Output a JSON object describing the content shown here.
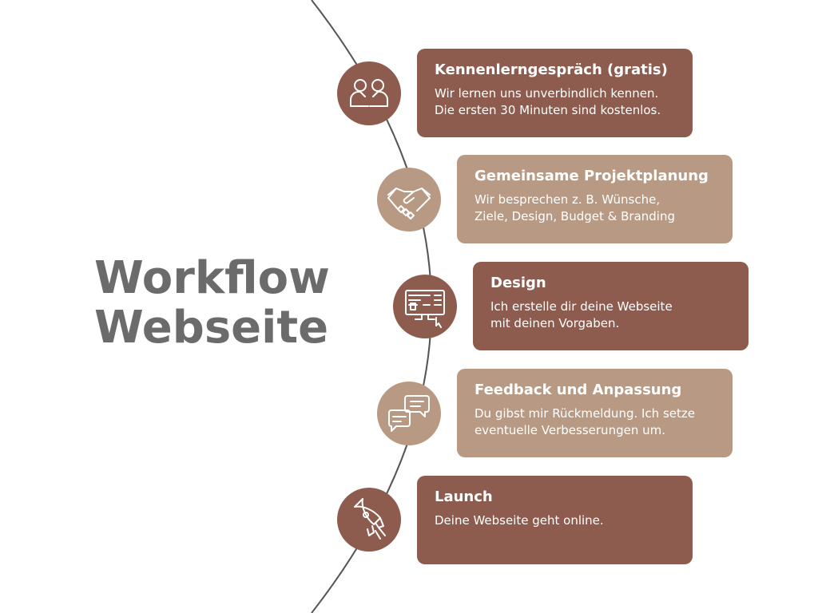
{
  "title": {
    "line1": "Workflow",
    "line2": "Webseite"
  },
  "colors": {
    "dark": "#8e5c4e",
    "light": "#b89a84",
    "title": "#6b6b6b",
    "arc": "#555555"
  },
  "steps": [
    {
      "icon": "people-icon",
      "heading": "Kennenlerngespräch (gratis)",
      "line1": "Wir lernen uns unverbindlich kennen.",
      "line2": "Die ersten 30 Minuten sind kostenlos."
    },
    {
      "icon": "handshake-icon",
      "heading": "Gemeinsame Projektplanung",
      "line1": "Wir besprechen z. B. Wünsche,",
      "line2": "Ziele, Design, Budget & Branding"
    },
    {
      "icon": "monitor-icon",
      "heading": "Design",
      "line1": "Ich erstelle dir deine Webseite",
      "line2": "mit deinen Vorgaben."
    },
    {
      "icon": "chat-icon",
      "heading": "Feedback und Anpassung",
      "line1": "Du gibst mir Rückmeldung. Ich setze",
      "line2": "eventuelle Verbesserungen um."
    },
    {
      "icon": "rocket-icon",
      "heading": "Launch",
      "line1": "Deine Webseite geht online.",
      "line2": ""
    }
  ]
}
